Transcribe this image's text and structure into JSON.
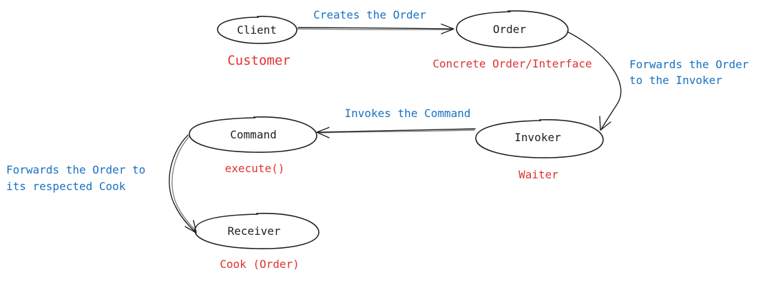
{
  "nodes": {
    "client": {
      "label": "Client",
      "role": "Customer"
    },
    "order": {
      "label": "Order",
      "role": "Concrete Order/Interface"
    },
    "invoker": {
      "label": "Invoker",
      "role": "Waiter"
    },
    "command": {
      "label": "Command",
      "role": "execute()"
    },
    "receiver": {
      "label": "Receiver",
      "role": "Cook (Order)"
    }
  },
  "edges": {
    "client_to_order": {
      "label": "Creates the Order"
    },
    "order_to_invoker": {
      "line1": "Forwards the Order",
      "line2": "to the Invoker"
    },
    "invoker_to_command": {
      "label": "Invokes the Command"
    },
    "command_to_receiver": {
      "line1": "Forwards the Order to",
      "line2": "its respected Cook"
    }
  },
  "colors": {
    "node_text": "#1e1e1e",
    "role_text": "#e03131",
    "edge_text": "#1971c2",
    "stroke": "#1e1e1e"
  }
}
